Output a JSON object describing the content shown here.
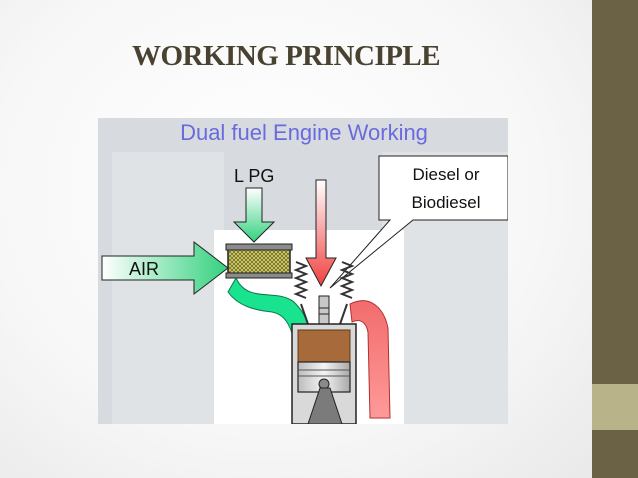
{
  "slide": {
    "title": "WORKING PRINCIPLE"
  },
  "diagram": {
    "heading": "Dual fuel Engine Working",
    "labels": {
      "lpg": "L PG",
      "air": "AIR",
      "diesel_line1": "Diesel or",
      "diesel_line2": "Biodiesel"
    }
  },
  "colors": {
    "side_bar": "#6b6246",
    "side_accent": "#b9b38a",
    "title_text": "#4a4230",
    "heading_text": "#6a6adf",
    "air_lpg_arrow": "#33d17e",
    "intake_manifold": "#19e38f",
    "exhaust_manifold": "#f26c6c",
    "fuel_arrow": "#f04040",
    "combustion_chamber": "#a76a3a"
  }
}
